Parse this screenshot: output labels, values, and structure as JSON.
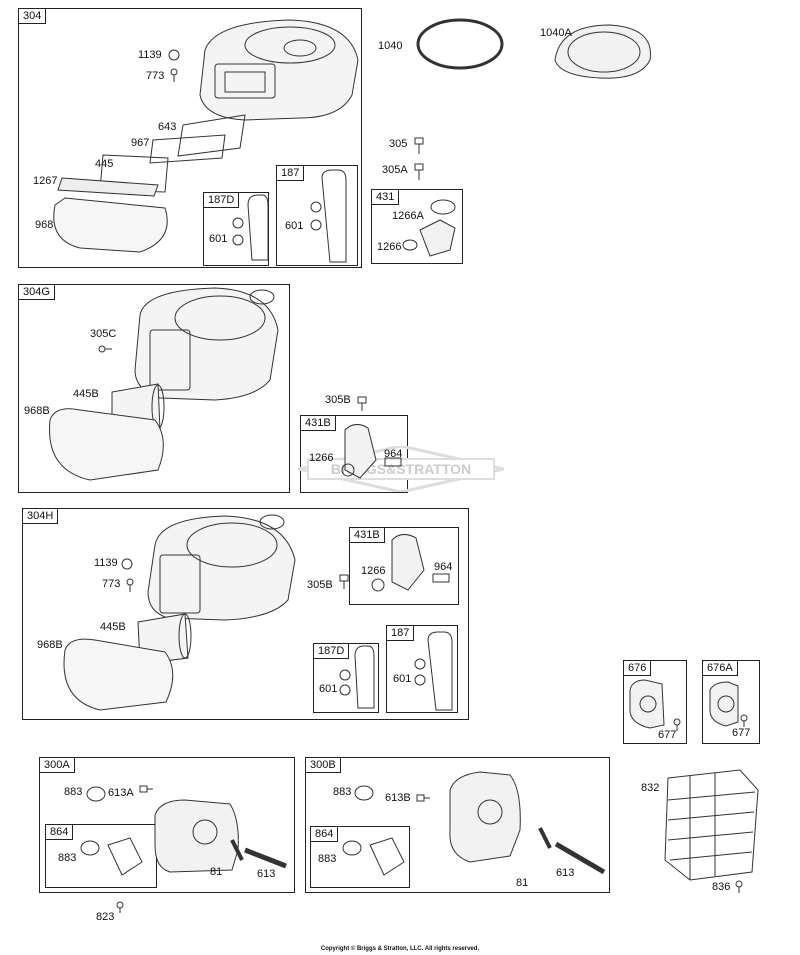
{
  "boxes": {
    "b304": "304",
    "b187D_top": "187D",
    "b187_top": "187",
    "b431": "431",
    "b304G": "304G",
    "b431B_mid": "431B",
    "b304H": "304H",
    "b431B_h": "431B",
    "b187D_h": "187D",
    "b187_h": "187",
    "b676": "676",
    "b676A": "676A",
    "b300A": "300A",
    "b864A": "864",
    "b300B": "300B",
    "b864B": "864"
  },
  "labels": {
    "l1139a": "1139",
    "l773a": "773",
    "l643": "643",
    "l967": "967",
    "l445": "445",
    "l1267": "1267",
    "l968": "968",
    "l601a": "601",
    "l601b": "601",
    "l1040": "1040",
    "l1040A": "1040A",
    "l305": "305",
    "l305A": "305A",
    "l1266A": "1266A",
    "l1266a": "1266",
    "l305C": "305C",
    "l445B_g": "445B",
    "l968B_g": "968B",
    "l305B_mid": "305B",
    "l1266_mid": "1266",
    "l964_mid": "964",
    "l1139b": "1139",
    "l773b": "773",
    "l305B_h": "305B",
    "l1266_h": "1266",
    "l964_h": "964",
    "l445B_h": "445B",
    "l968B_h": "968B",
    "l601c": "601",
    "l601d": "601",
    "l677a": "677",
    "l677b": "677",
    "l883a": "883",
    "l613A": "613A",
    "l883b": "883",
    "l81a": "81",
    "l613a": "613",
    "l823": "823",
    "l883c": "883",
    "l613B": "613B",
    "l883d": "883",
    "l81b": "81",
    "l613b": "613",
    "l832": "832",
    "l836": "836"
  },
  "watermark": "BRIGGS&STRATTON",
  "copyright": "Copyright © Briggs & Stratton, LLC. All rights reserved."
}
